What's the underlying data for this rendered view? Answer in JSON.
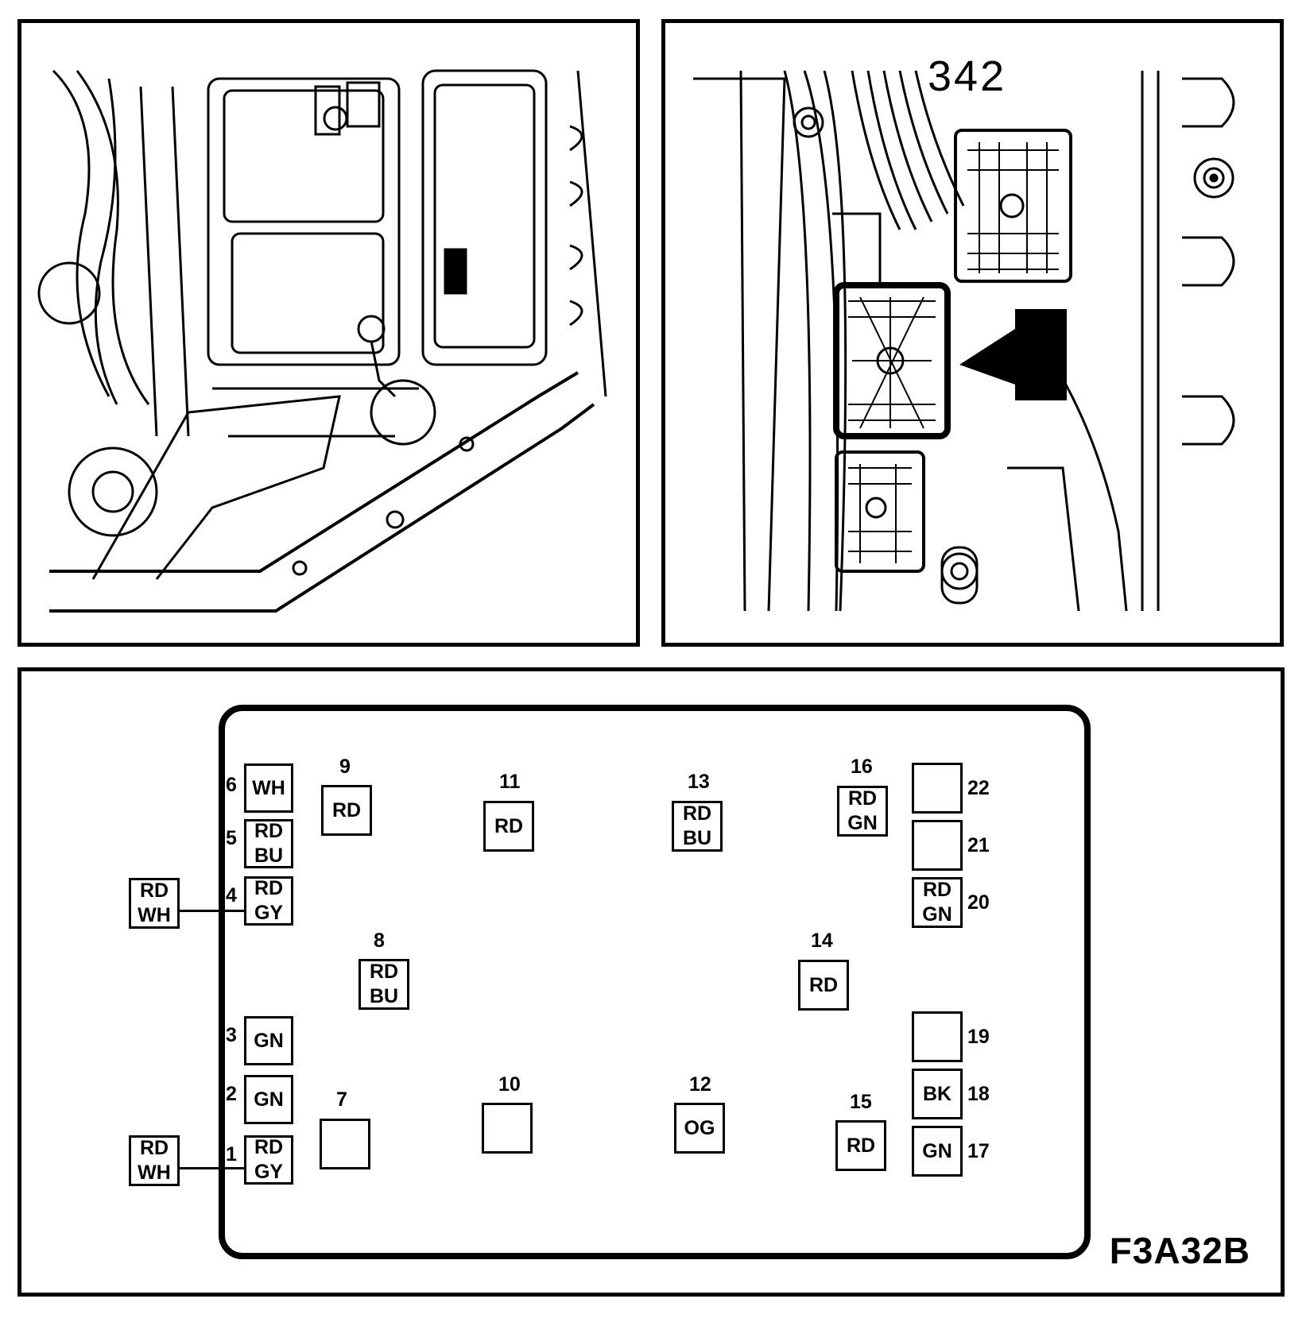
{
  "callout": "342",
  "figure_code": "F3A32B",
  "pins": [
    {
      "n": "1",
      "color": [
        "RD",
        "GY"
      ]
    },
    {
      "n": "2",
      "color": [
        "GN"
      ]
    },
    {
      "n": "3",
      "color": [
        "GN"
      ]
    },
    {
      "n": "4",
      "color": [
        "RD",
        "GY"
      ]
    },
    {
      "n": "5",
      "color": [
        "RD",
        "BU"
      ]
    },
    {
      "n": "6",
      "color": [
        "WH"
      ]
    },
    {
      "n": "7",
      "color": []
    },
    {
      "n": "8",
      "color": [
        "RD",
        "BU"
      ]
    },
    {
      "n": "9",
      "color": [
        "RD"
      ]
    },
    {
      "n": "10",
      "color": []
    },
    {
      "n": "11",
      "color": [
        "RD"
      ]
    },
    {
      "n": "12",
      "color": [
        "OG"
      ]
    },
    {
      "n": "13",
      "color": [
        "RD",
        "BU"
      ]
    },
    {
      "n": "14",
      "color": [
        "RD"
      ]
    },
    {
      "n": "15",
      "color": [
        "RD"
      ]
    },
    {
      "n": "16",
      "color": [
        "RD",
        "GN"
      ]
    },
    {
      "n": "17",
      "color": [
        "GN"
      ]
    },
    {
      "n": "18",
      "color": [
        "BK"
      ]
    },
    {
      "n": "19",
      "color": []
    },
    {
      "n": "20",
      "color": [
        "RD",
        "GN"
      ]
    },
    {
      "n": "21",
      "color": []
    },
    {
      "n": "22",
      "color": []
    }
  ],
  "external": [
    {
      "to_pin": "4",
      "color": [
        "RD",
        "WH"
      ]
    },
    {
      "to_pin": "1",
      "color": [
        "RD",
        "WH"
      ]
    }
  ]
}
